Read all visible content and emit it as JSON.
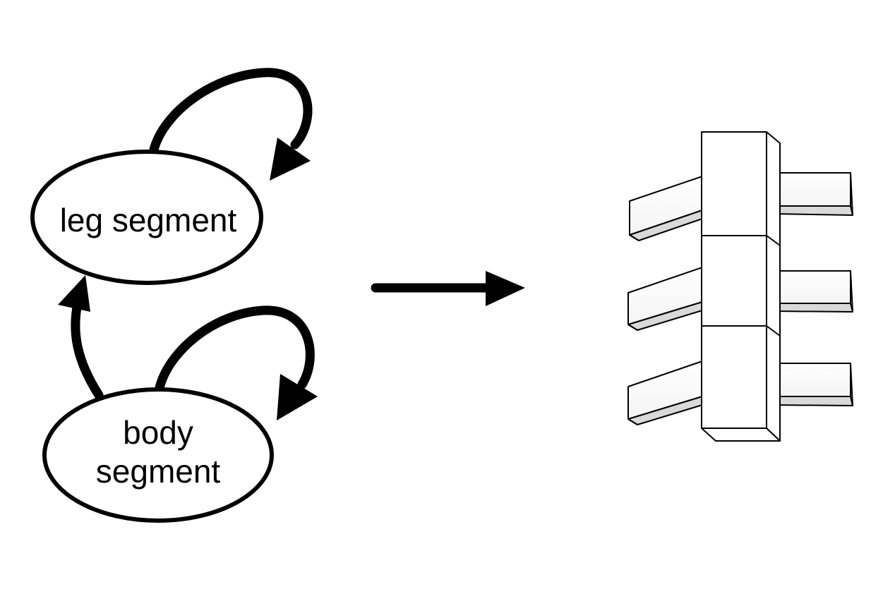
{
  "graph": {
    "nodes": [
      {
        "id": "leg",
        "lines": [
          "leg segment"
        ]
      },
      {
        "id": "body",
        "lines": [
          "body",
          "segment"
        ]
      }
    ],
    "edges": [
      {
        "from": "leg",
        "to": "leg",
        "type": "self-loop"
      },
      {
        "from": "body",
        "to": "body",
        "type": "self-loop"
      },
      {
        "from": "body",
        "to": "leg",
        "type": "directed"
      }
    ]
  },
  "transform_arrow": {
    "from": "graph",
    "to": "creature"
  },
  "creature": {
    "body_segments": 3,
    "legs_per_segment": 2,
    "fill": "#ffffff",
    "stroke": "#000000",
    "shadow": "#d9d9d9"
  },
  "colors": {
    "ink": "#000000",
    "background": "#ffffff"
  }
}
